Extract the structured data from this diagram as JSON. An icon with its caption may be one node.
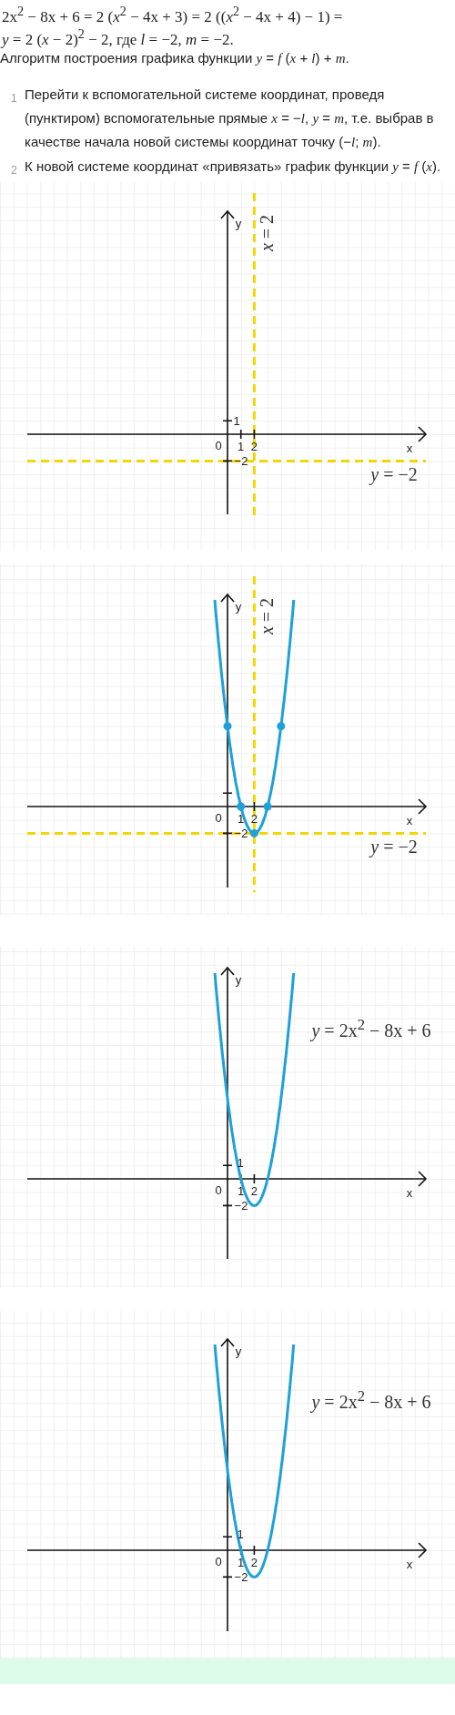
{
  "diagram": {
    "labels": [
      "2x$^{2}$ − 8x + 6 = 2 (*x*$^{2}$ − 4x + 3) = 2 ((*x*$^{2}$ − 4x + 4) − 1) =",
      "*y* = 2 (*x* − 2)$^{2}$ − 2, где *l* = −2, *m* = −2.",
      "Алгоритм построения графика функции *y* = *f* (*x* + *l*) + *m*.",
      "1",
      "Перейти к вспомогательной системе координат, проведя (пунктиром) вспомогательные прямые *x* = −*l*, *y* = *m*, т.е. выбрав в качестве начала новой системы координат точку (−*l*; *m*).",
      "2",
      "К новой системе координат «привязать» график функции *y* = *f* (*x*).",
      "y",
      "*x* = 2",
      "1",
      "0",
      "1",
      "2",
      "x",
      "−2",
      "*y* = −2",
      "y",
      "*x* = 2",
      "0",
      "1",
      "2",
      "x",
      "−2",
      "*y* = −2",
      "y",
      "*y* = 2x$^{2}$ − 8x + 6",
      "1",
      "0",
      "1",
      "2",
      "x",
      "−2",
      "y",
      "*y* = 2x$^{2}$ − 8x + 6",
      "1",
      "0",
      "1",
      "2",
      "x",
      "−2"
    ]
  }
}
